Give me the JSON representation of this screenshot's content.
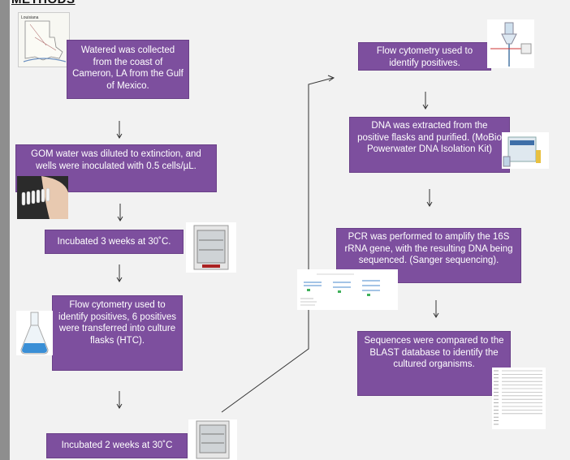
{
  "title": "METHODS",
  "steps": {
    "s1": "Watered was collected from the coast of Cameron, LA from the Gulf of Mexico.",
    "s2": "GOM water was diluted to extinction, and wells were inoculated with 0.5 cells/µL.",
    "s3": "Incubated 3 weeks at 30˚C.",
    "s4": "Flow cytometry used to identify positives, 6 positives were transferred into culture flasks (HTC).",
    "s5": "Incubated 2 weeks at 30˚C",
    "s6": "Flow cytometry used to identify positives.",
    "s7": "DNA was extracted from the positive flasks and purified. (MoBio Powerwater DNA Isolation Kit)",
    "s8": "PCR was performed to amplify the 16S rRNA gene, with the resulting DNA being sequenced. (Sanger sequencing).",
    "s9": "Sequences were compared to the BLAST database to identify the cultured organisms."
  },
  "images": {
    "map_label": "Louisiana"
  },
  "colors": {
    "box_fill": "#7d4f9e",
    "box_text": "#ffffff",
    "arrow": "#333333",
    "background": "#f2f2f2"
  }
}
